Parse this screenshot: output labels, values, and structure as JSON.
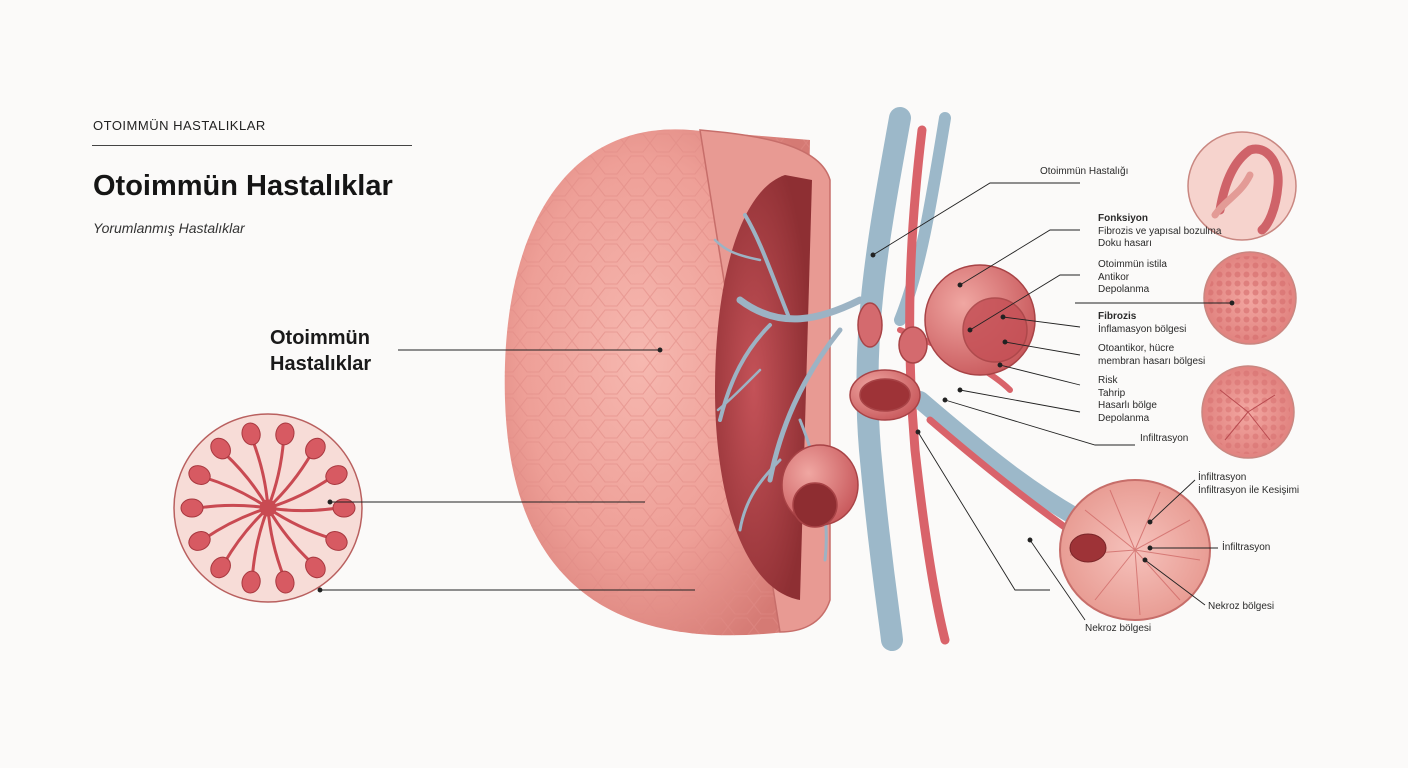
{
  "header": {
    "kicker": "OTOIMMÜN HASTALIKLAR",
    "title": "Otoimmün Hastalıklar",
    "subtitle": "Yorumlanmış Hastalıklar"
  },
  "main_label": {
    "line1": "Otoimmün",
    "line2": "Hastalıklar"
  },
  "callouts": {
    "c1": "Otoimmün Hastalığı",
    "c2_head": "Fonksiyon",
    "c2_l1": "Fibrozis ve yapısal bozulma",
    "c2_l2": "Doku hasarı",
    "c3_l1": "Otoimmün istila",
    "c3_l2": "Antikor",
    "c3_l3": "Depolanma",
    "c4_head": "Fibrozis",
    "c4_l1": "İnflamasyon bölgesi",
    "c5_l1": "Otoantikor, hücre",
    "c5_l2": "membran hasarı bölgesi",
    "c6_l1": "Risk",
    "c6_l2": "Tahrip",
    "c6_l3": "Hasarlı bölge",
    "c6_l4": "Depolanma",
    "c7": "Infiltrasyon",
    "c8_l1": "İnfiltrasyon",
    "c8_l2": "İnfiltrasyon ile Kesişimi",
    "c9": "İnfiltrasyon",
    "c10": "Nekroz bölgesi",
    "c11": "Nekroz bölgesi"
  },
  "colors": {
    "tissue": "#ea9a94",
    "tissue_dark": "#b23a3c",
    "vessel_blue": "#9cb8c9",
    "vessel_red": "#d9636a",
    "leader": "#222222"
  },
  "icons": {
    "organ": "organ-cross-section",
    "inset1": "vessel-detail-circle",
    "inset2": "tissue-texture-circle",
    "inset3": "tissue-texture-circle",
    "inset4": "flower-cell-circle",
    "inset5": "lobule-circle"
  }
}
